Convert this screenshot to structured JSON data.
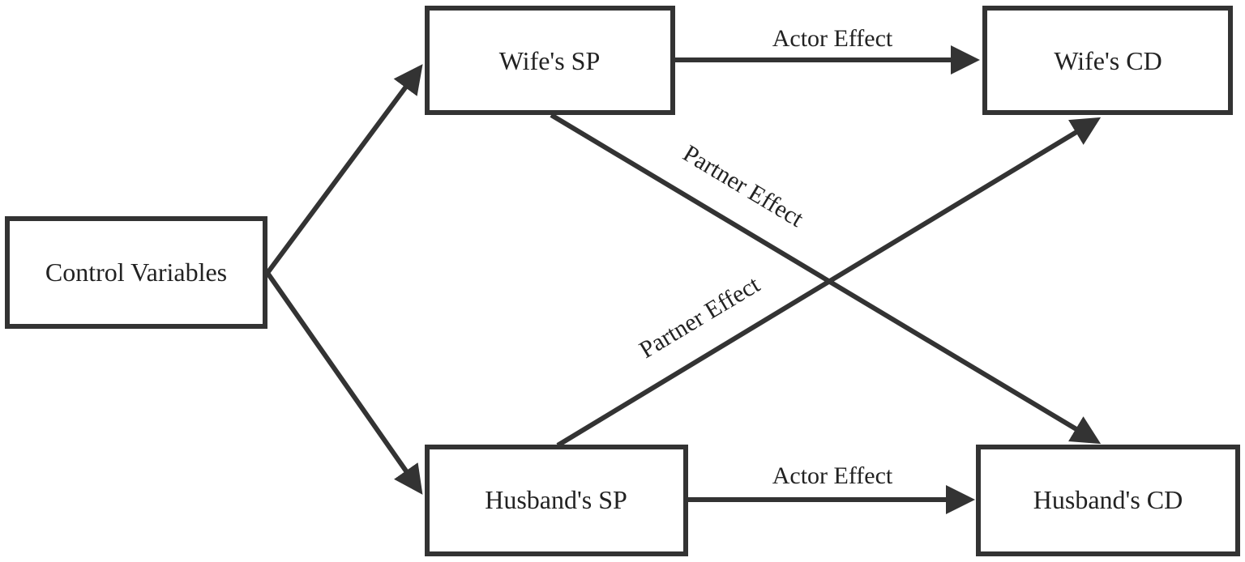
{
  "nodes": {
    "control_variables": "Control Variables",
    "wife_sp": "Wife's SP",
    "wife_cd": "Wife's CD",
    "husband_sp": "Husband's SP",
    "husband_cd": "Husband's CD"
  },
  "edges": {
    "wife_actor": "Actor Effect",
    "husband_actor": "Actor Effect",
    "wife_partner": "Partner Effect",
    "husband_partner": "Partner Effect"
  },
  "colors": {
    "stroke": "#333333",
    "text": "#222222",
    "background": "#ffffff"
  }
}
